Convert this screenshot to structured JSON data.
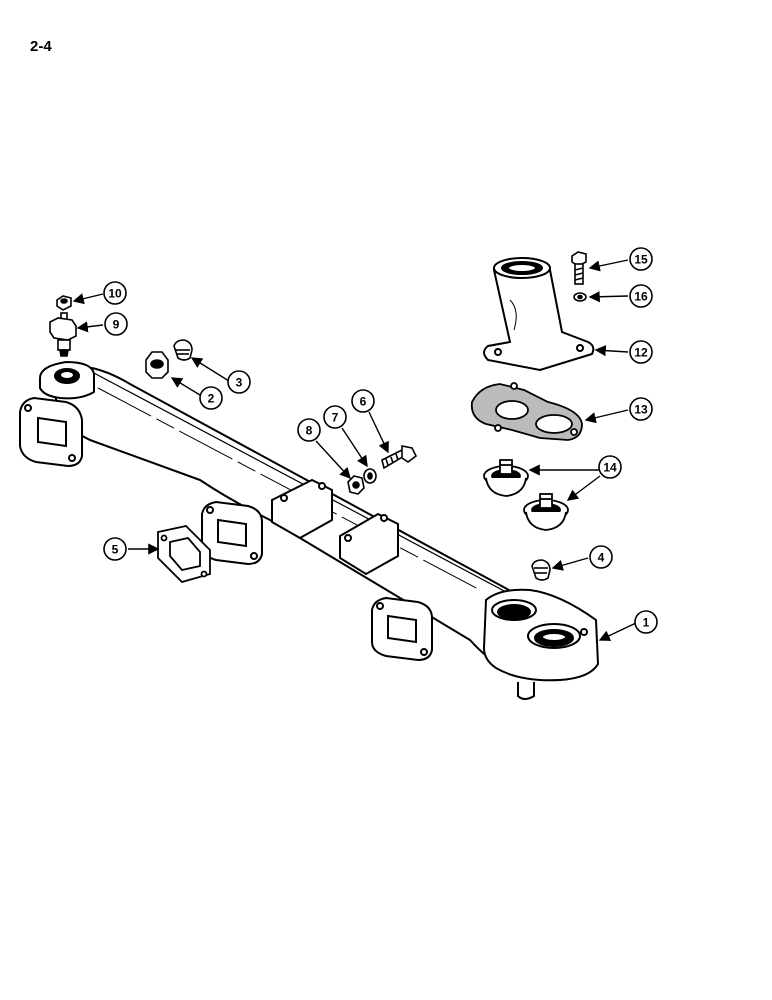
{
  "page": {
    "number": "2-4"
  },
  "callouts": [
    {
      "id": "c1",
      "label": "1"
    },
    {
      "id": "c2",
      "label": "2"
    },
    {
      "id": "c3",
      "label": "3"
    },
    {
      "id": "c4",
      "label": "4"
    },
    {
      "id": "c5",
      "label": "5"
    },
    {
      "id": "c6",
      "label": "6"
    },
    {
      "id": "c7",
      "label": "7"
    },
    {
      "id": "c8",
      "label": "8"
    },
    {
      "id": "c9",
      "label": "9"
    },
    {
      "id": "c10",
      "label": "10"
    },
    {
      "id": "c12",
      "label": "12"
    },
    {
      "id": "c13",
      "label": "13"
    },
    {
      "id": "c14",
      "label": "14"
    },
    {
      "id": "c15",
      "label": "15"
    },
    {
      "id": "c16",
      "label": "16"
    }
  ]
}
